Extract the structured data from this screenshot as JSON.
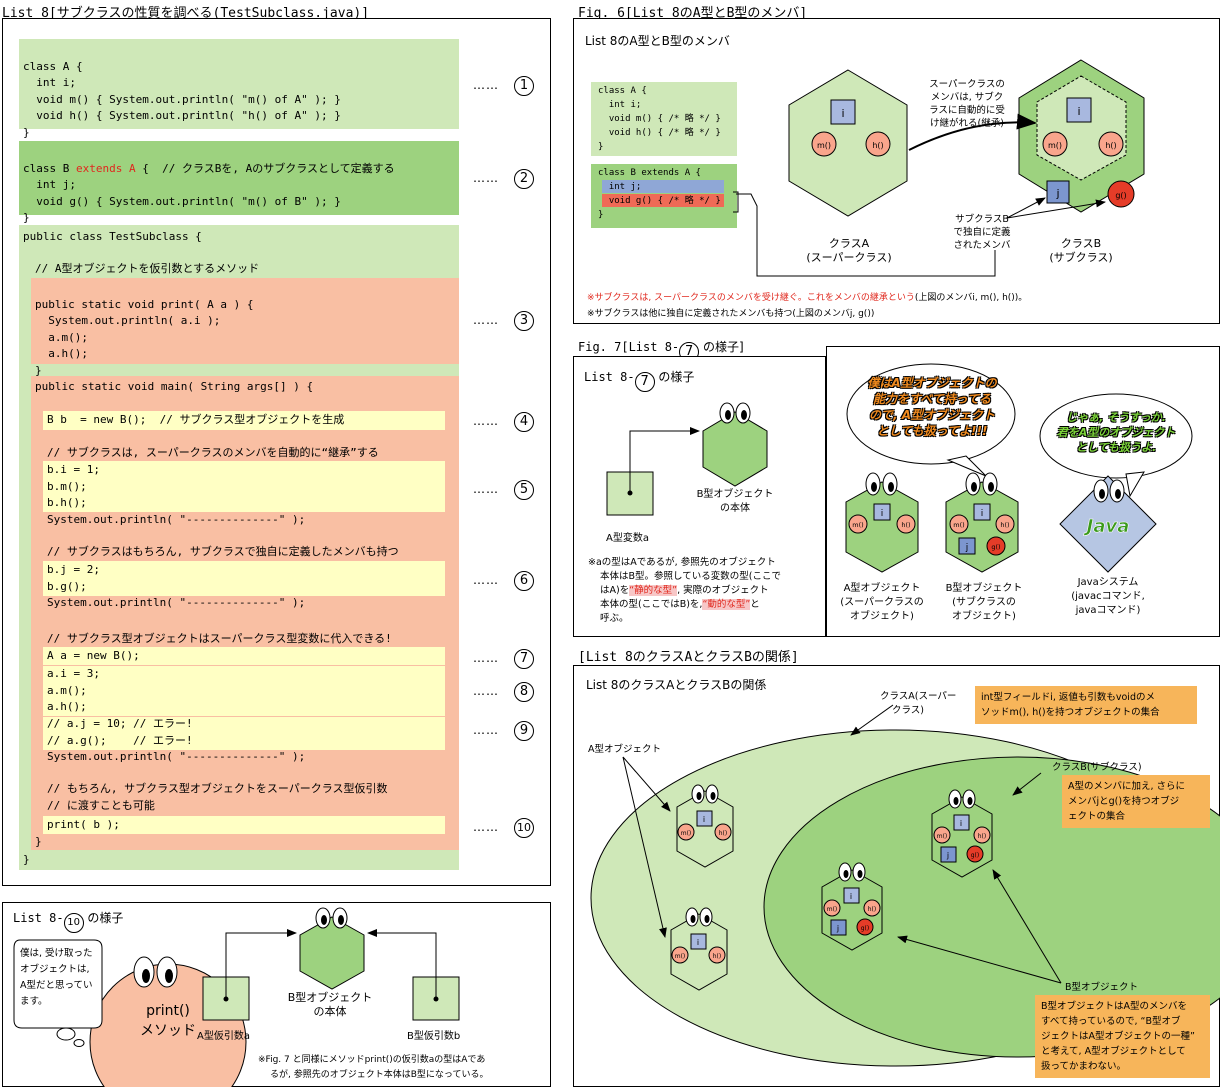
{
  "list8": {
    "caption": "List 8[サブクラスの性質を調べる(TestSubclass.java)]",
    "classA": [
      "class A {",
      "  int i;",
      "  void m() { System.out.println( \"m() of A\" ); }",
      "  void h() { System.out.println( \"h() of A\" ); }",
      "}"
    ],
    "classB_1_pre": "class B ",
    "classB_1_ext": "extends A",
    "classB_1_post": " {  // クラスBを, Aのサブクラスとして定義する",
    "classB_rest": [
      "  int j;",
      "  void g() { System.out.println( \"m() of B\" ); }",
      "}"
    ],
    "test_head": "public class TestSubclass {",
    "comment_print": "// A型オブジェクトを仮引数とするメソッド",
    "print_method": [
      "public static void print( A a ) {",
      "  System.out.println( a.i );",
      "  a.m();",
      "  a.h();",
      "}"
    ],
    "main_head": "public static void main( String args[] ) {",
    "line4": "B b  = new B();  // サブクラス型オブジェクトを生成",
    "comment5": "// サブクラスは, スーパークラスのメンバを自動的に“継承”する",
    "block5": [
      "b.i = 1;",
      "b.m();",
      "b.h();"
    ],
    "println": "System.out.println( \"--------------\" );",
    "comment6": "// サブクラスはもちろん, サブクラスで独自に定義したメンバも持つ",
    "block6": [
      "b.j = 2;",
      "b.g();"
    ],
    "comment7": "// サブクラス型オブジェクトはスーパークラス型変数に代入できる!",
    "line7": "A a = new B();",
    "block8": [
      "a.i = 3;",
      "a.m();",
      "a.h();"
    ],
    "block9": [
      "// a.j = 10; // エラー!",
      "// a.g();    // エラー!"
    ],
    "comment10": [
      "// もちろん, サブクラス型オブジェクトをスーパークラス型仮引数",
      "// に渡すことも可能"
    ],
    "line10": "print( b );",
    "close1": "}",
    "close2": "}",
    "dots": "……",
    "nums": [
      "1",
      "2",
      "3",
      "4",
      "5",
      "6",
      "7",
      "8",
      "9",
      "10"
    ]
  },
  "list8_10": {
    "title_pre": "List 8-",
    "title_num": "10",
    "title_post": "の様子",
    "bubble": [
      "僕は, 受け取った",
      "オブジェクトは,",
      "A型だと思ってい",
      "ます。"
    ],
    "method_name": "print()",
    "method_label": "メソッド",
    "paramA": "A型仮引数a",
    "paramB": "B型仮引数b",
    "objB": [
      "B型オブジェクト",
      "の本体"
    ],
    "note": [
      "※Fig. 7 と同様にメソッドprint()の仮引数aの型はAであ",
      "るが, 参照先のオブジェクト本体はB型になっている。"
    ]
  },
  "fig6": {
    "caption": "Fig. 6[List 8のA型とB型のメンバ]",
    "title": "List 8のA型とB型のメンバ",
    "codeA": [
      "class A {",
      "  int i;",
      "  void m() { /* 略 */ }",
      "  void h() { /* 略 */ }",
      "}"
    ],
    "codeB1": "class B extends A {",
    "codeB_j": "  int j;",
    "codeB_g": "  void g() { /* 略 */ }",
    "codeB_end": "}",
    "inherit_text": [
      "スーパークラスの",
      "メンバは, サブク",
      "ラスに自動的に受",
      "け継がれる(継承)"
    ],
    "own_text": [
      "サブクラスB",
      "で独自に定義",
      "されたメンバ"
    ],
    "classA_label": [
      "クラスA",
      "(スーパークラス)"
    ],
    "classB_label": [
      "クラスB",
      "(サブクラス)"
    ],
    "member_i": "i",
    "member_m": "m()",
    "member_h": "h()",
    "member_j": "j",
    "member_g": "g()",
    "note1_red": "※サブクラスは, スーパークラスのメンバを受け継ぐ。これをメンバの継承という",
    "note1_black": "(上図のメンバi, m(), h())。",
    "note2": "※サブクラスは他に独自に定義されたメンバも持つ(上図のメンバj, g())"
  },
  "fig7": {
    "caption_pre": "Fig. 7[List 8-",
    "caption_num": "7",
    "caption_post": "の様子]",
    "title_pre": "List 8-",
    "title_num": "7",
    "title_post": "の様子",
    "objB": [
      "B型オブジェクト",
      "の本体"
    ],
    "varA": "A型変数a",
    "note": [
      "※aの型はAであるが, 参照先のオブジェクト",
      "本体はB型。参照している変数の型(ここで",
      "はA)を",
      "“静的な型”",
      ", 実際のオブジェクト",
      "本体の型(ここではB)を,",
      "“動的な型”",
      "と",
      "呼ぶ。"
    ]
  },
  "cartoon": {
    "bubble1": [
      "僕はA型オブジェクトの",
      "能力をすべて持ってる",
      "ので, A型オブジェクト",
      "としても扱ってよ!!!"
    ],
    "bubble2": [
      "じゃぁ, そうすっか.",
      "君をA型のオブジェクト",
      "としても扱うよ."
    ],
    "java": "Java",
    "labelA": [
      "A型オブジェクト",
      "(スーパークラスの",
      "オブジェクト)"
    ],
    "labelB": [
      "B型オブジェクト",
      "(サブクラスの",
      "オブジェクト)"
    ],
    "labelJ": [
      "Javaシステム",
      "(javacコマンド,",
      "javaコマンド)"
    ]
  },
  "rel": {
    "caption": "[List 8のクラスAとクラスBの関係]",
    "title": "List 8のクラスAとクラスBの関係",
    "classA_label": [
      "クラスA(スーパー",
      "クラス)"
    ],
    "classA_box": [
      "int型フィールドi, 返値も引数もvoidのメ",
      "ソッドm(), h()を持つオブジェクトの集合"
    ],
    "classB_label": "クラスB(サブクラス)",
    "classB_box": [
      "A型のメンバに加え, さらに",
      "メンバjとg()を持つオブジ",
      "ェクトの集合"
    ],
    "aobj_label": "A型オブジェクト",
    "bobj_label": "B型オブジェクト",
    "bobj_box": [
      "B型オブジェクトはA型のメンバを",
      "すべて持っているので, “B型オブ",
      "ジェクトはA型オブジェクトの一種”",
      "と考えて, A型オブジェクトとして",
      "扱ってかまわない。"
    ]
  }
}
